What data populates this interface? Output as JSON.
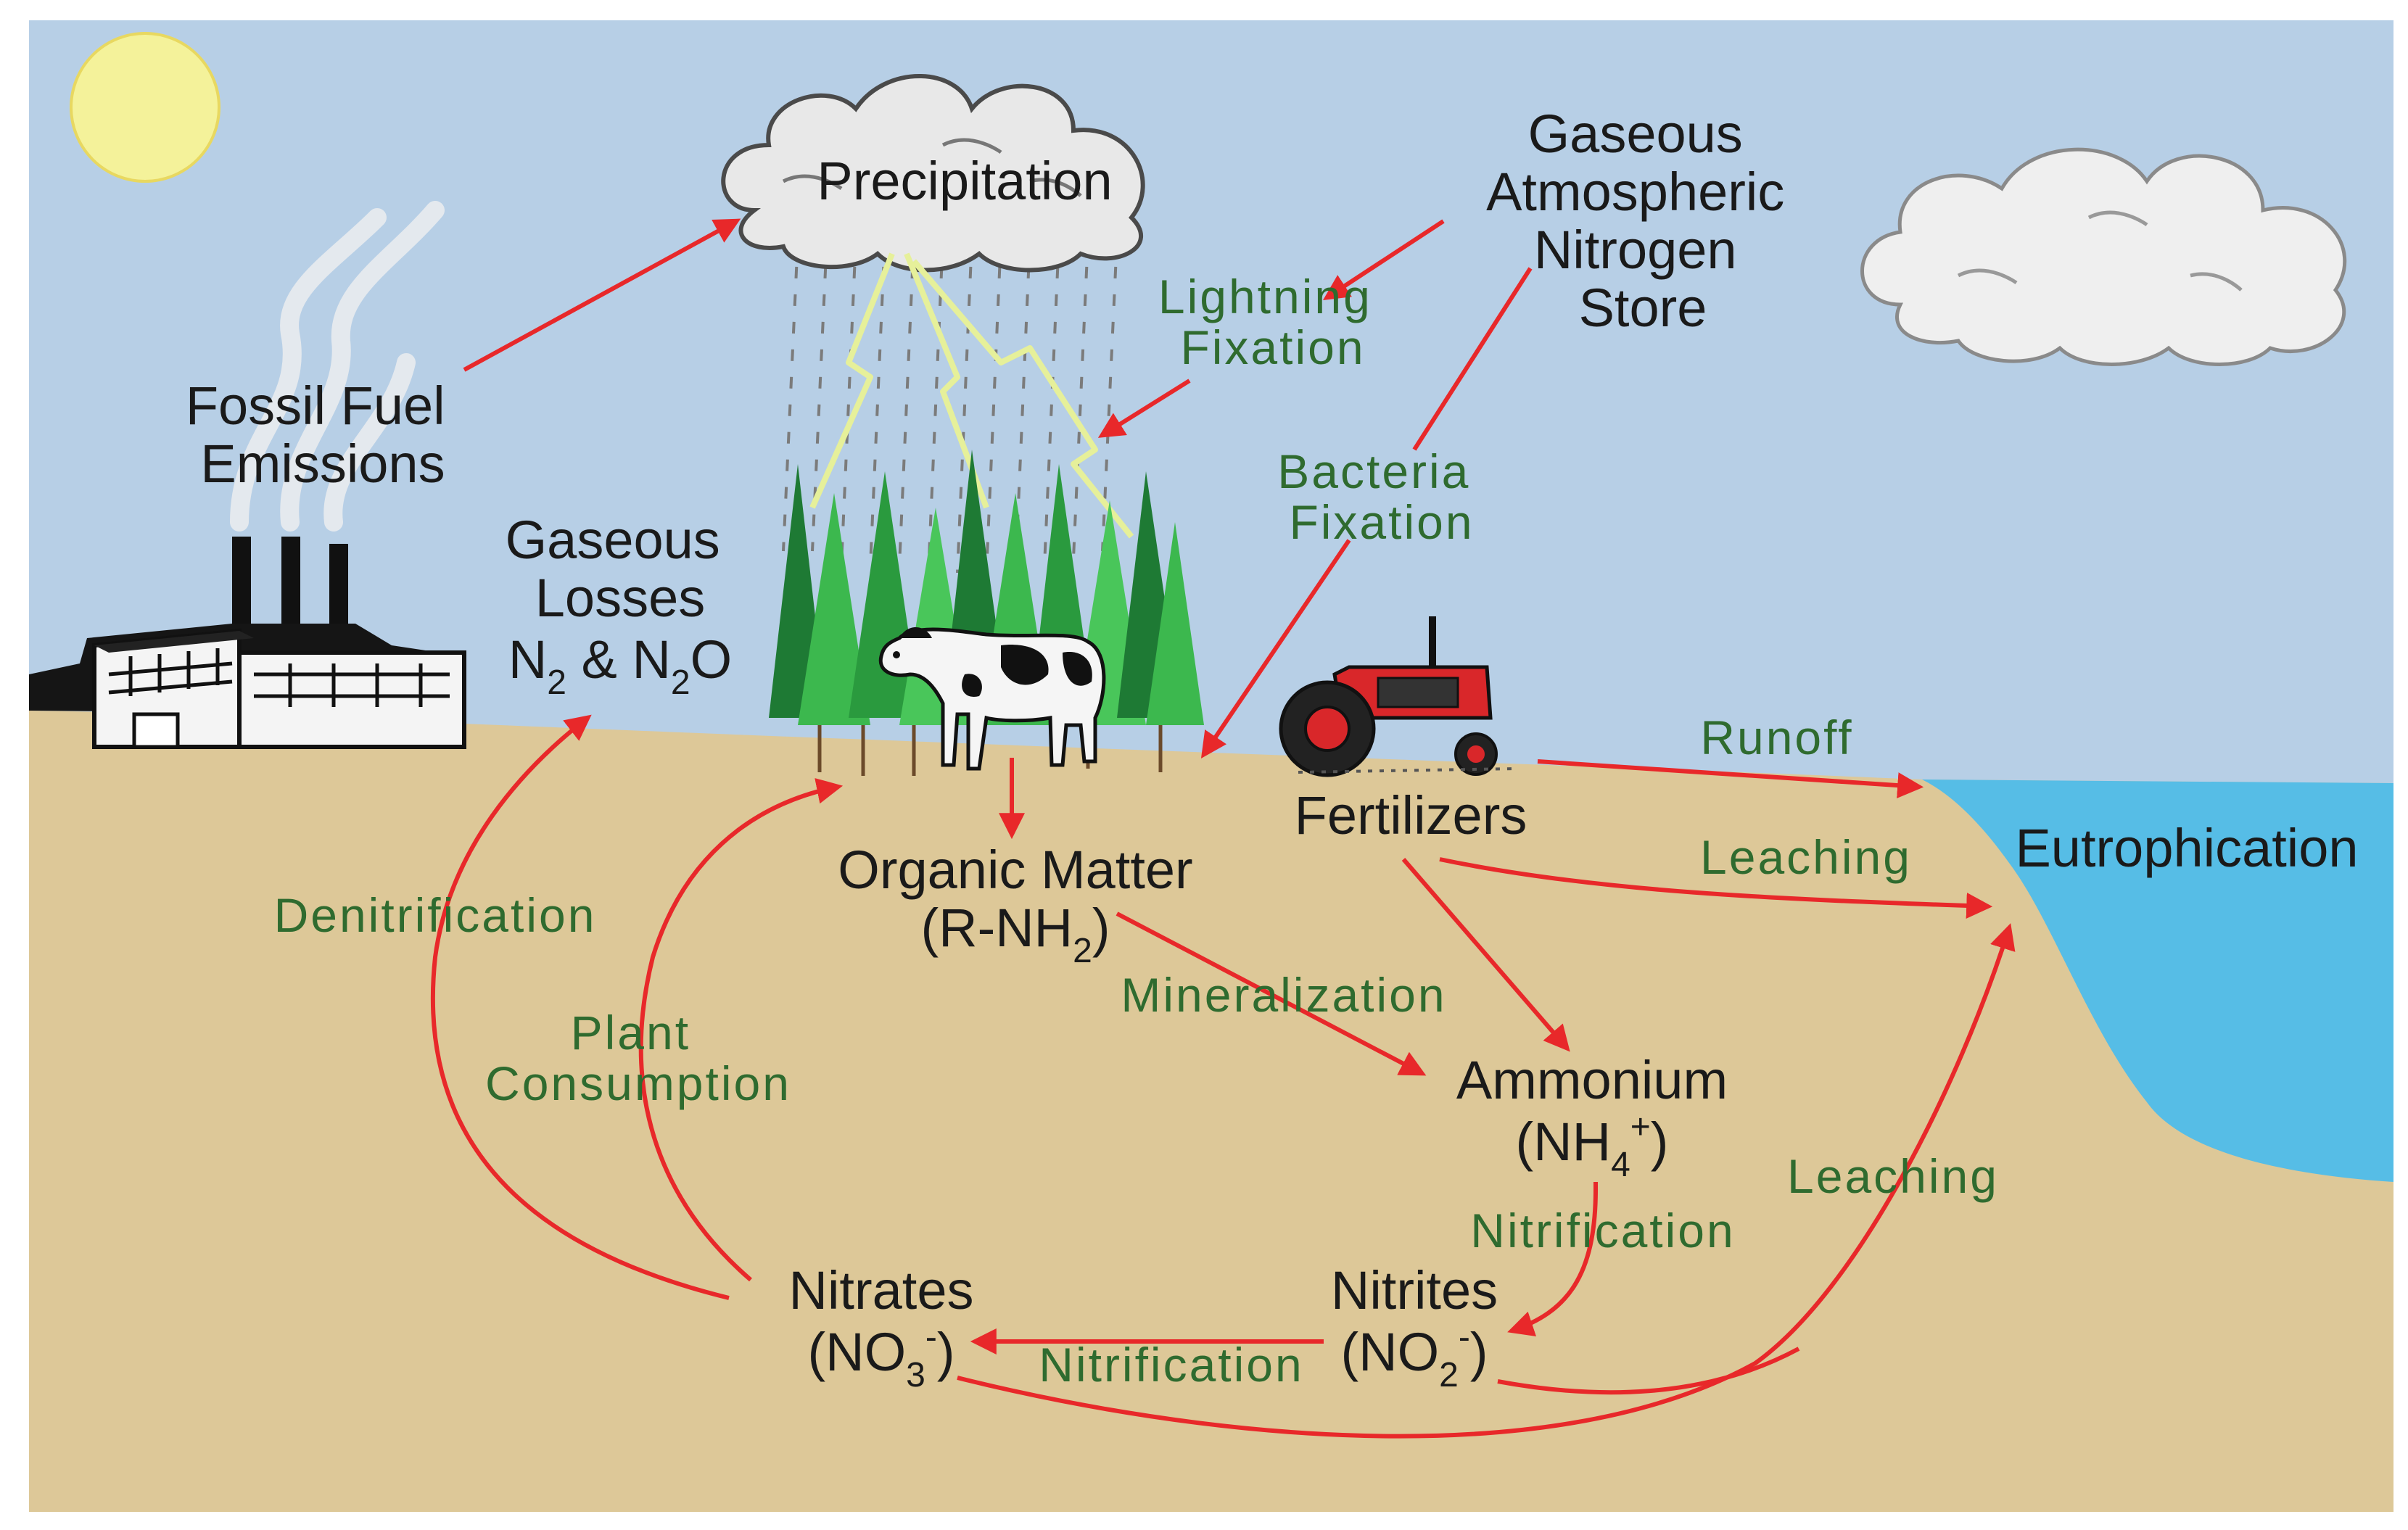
{
  "colors": {
    "sky": "#b7cfe6",
    "ground": "#ddc898",
    "water": "#56bde6",
    "arrow": "#e8282a",
    "process_text": "#2f6b2f",
    "label_text": "#1a1a1a",
    "sun": "#f4f29a"
  },
  "icons": [
    "sun-icon",
    "factory-icon",
    "rain-cloud-icon",
    "lightning-icon",
    "forest-icon",
    "cow-icon",
    "tractor-icon",
    "cloud-icon"
  ],
  "labels": {
    "precipitation": "Precipitation",
    "gaseous_store": [
      "Gaseous",
      "Atmospheric",
      "Nitrogen",
      "Store"
    ],
    "fossil_fuel": [
      "Fossil Fuel",
      "Emissions"
    ],
    "gaseous_losses": {
      "line1": "Gaseous",
      "line2": "Losses",
      "n2": "N",
      "n2_sub": "2",
      "amp": " & N",
      "n2o_sub": "2",
      "n2o_tail": "O"
    },
    "organic_matter": {
      "line1": "Organic Matter",
      "open": "(R-NH",
      "sub": "2",
      "close": ")"
    },
    "fertilizers": "Fertilizers",
    "eutrophication": "Eutrophication",
    "ammonium": {
      "line1": "Ammonium",
      "open": "(NH",
      "sub": "4",
      "sup": "+",
      "close": ")"
    },
    "nitrates": {
      "line1": "Nitrates",
      "open": "(NO",
      "sub": "3",
      "sup": "-",
      "close": ")"
    },
    "nitrites": {
      "line1": "Nitrites",
      "open": "(NO",
      "sub": "2",
      "sup": "-",
      "close": ")"
    }
  },
  "processes": {
    "lightning_fixation": [
      "Lightning",
      "Fixation"
    ],
    "bacteria_fixation": [
      "Bacteria",
      "Fixation"
    ],
    "runoff": "Runoff",
    "leaching_top": "Leaching",
    "leaching_bottom": "Leaching",
    "denitrification": "Denitrification",
    "plant_consumption": [
      "Plant",
      "Consumption"
    ],
    "mineralization": "Mineralization",
    "nitrification_right": "Nitrification",
    "nitrification_bottom": "Nitrification"
  }
}
